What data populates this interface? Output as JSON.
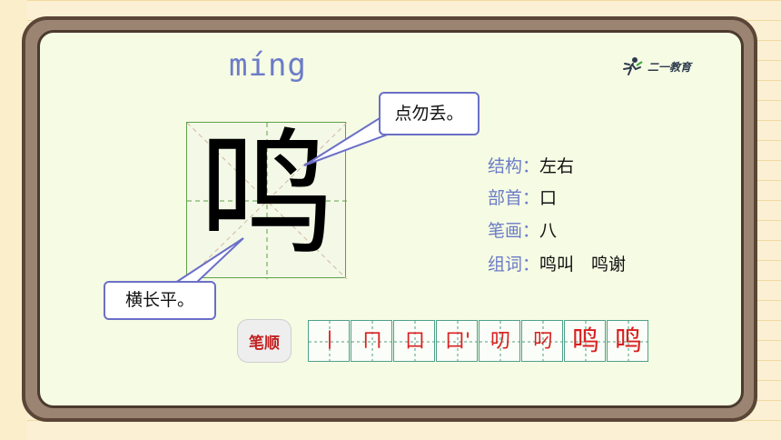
{
  "pinyin": "míng",
  "character": "鸣",
  "logo": {
    "text": "二一教育",
    "icon": "runner-icon"
  },
  "callouts": {
    "top": "点勿丢。",
    "bottom": "横长平。"
  },
  "info": {
    "structure_label": "结构：",
    "structure_value": "左右",
    "radical_label": "部首：",
    "radical_value": "口",
    "strokes_label": "笔画：",
    "strokes_value": "八",
    "words_label": "组词：",
    "words_value": "鸣叫　鸣谢"
  },
  "stroke_order": {
    "label": "笔顺",
    "steps": [
      "丨",
      "ㄇ",
      "口",
      "口'",
      "叨",
      "叼",
      "鸣",
      "鸣"
    ]
  },
  "colors": {
    "accent": "#6b7cc7",
    "grid": "#5fa04a",
    "stroke_red": "#d92020",
    "frame": "#9b8471",
    "board": "#f6fbe4"
  }
}
